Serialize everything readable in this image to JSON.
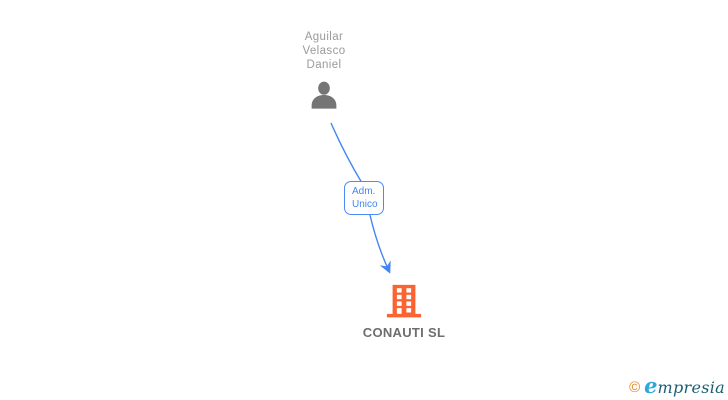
{
  "diagram": {
    "person": {
      "name": "Aguilar Velasco Daniel",
      "name_lines": [
        "Aguilar",
        "Velasco",
        "Daniel"
      ],
      "icon": "person-icon"
    },
    "edge": {
      "label": "Adm. Unico",
      "label_lines": [
        "Adm.",
        "Unico"
      ],
      "icon": "arrow-down-icon"
    },
    "company": {
      "name": "CONAUTI SL",
      "icon": "building-icon"
    }
  },
  "footer": {
    "copyright_symbol": "©",
    "brand_first_letter": "e",
    "brand_rest": "mpresia"
  },
  "colors": {
    "edge_blue": "#4285f4",
    "person_gray": "#757575",
    "person_name_gray": "#9a9a9a",
    "company_name_gray": "#6e6e6e",
    "building_orange": "#fb6333",
    "brand_orange": "#e8821e",
    "brand_light_blue": "#2fa8dc",
    "brand_dark_teal": "#1a5e75"
  }
}
